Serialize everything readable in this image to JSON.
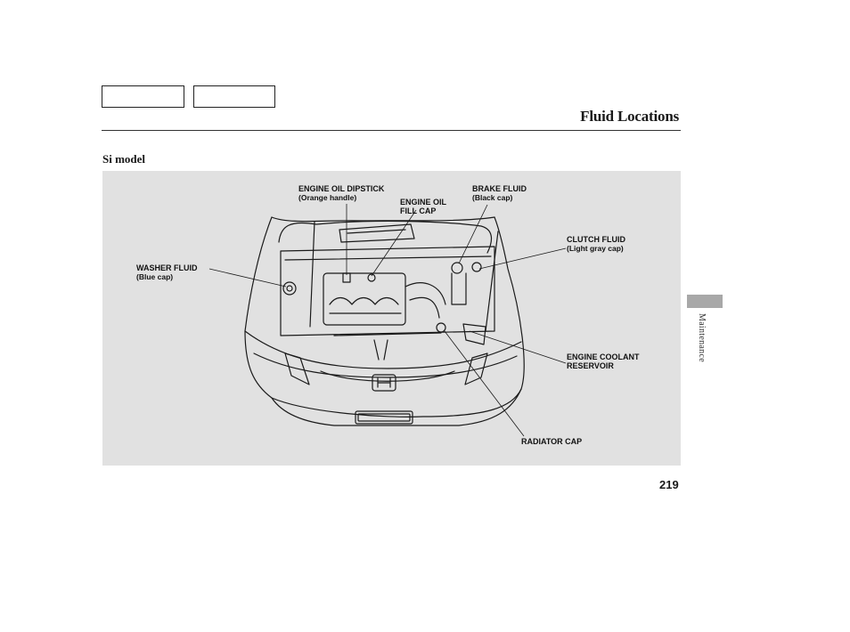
{
  "header": {
    "title": "Fluid Locations"
  },
  "section": {
    "subheading": "Si model"
  },
  "diagram": {
    "labels": {
      "engine_oil_dipstick": "ENGINE OIL DIPSTICK",
      "engine_oil_dipstick_note": "(Orange handle)",
      "engine_oil_fill_cap_line1": "ENGINE OIL",
      "engine_oil_fill_cap_line2": "FILL CAP",
      "brake_fluid": "BRAKE FLUID",
      "brake_fluid_note": "(Black cap)",
      "clutch_fluid": "CLUTCH FLUID",
      "clutch_fluid_note": "(Light gray cap)",
      "washer_fluid": "WASHER FLUID",
      "washer_fluid_note": "(Blue cap)",
      "engine_coolant_line1": "ENGINE COOLANT",
      "engine_coolant_line2": "RESERVOIR",
      "radiator_cap": "RADIATOR CAP"
    }
  },
  "footer": {
    "page_number": "219",
    "side_tab_label": "Maintenance"
  }
}
